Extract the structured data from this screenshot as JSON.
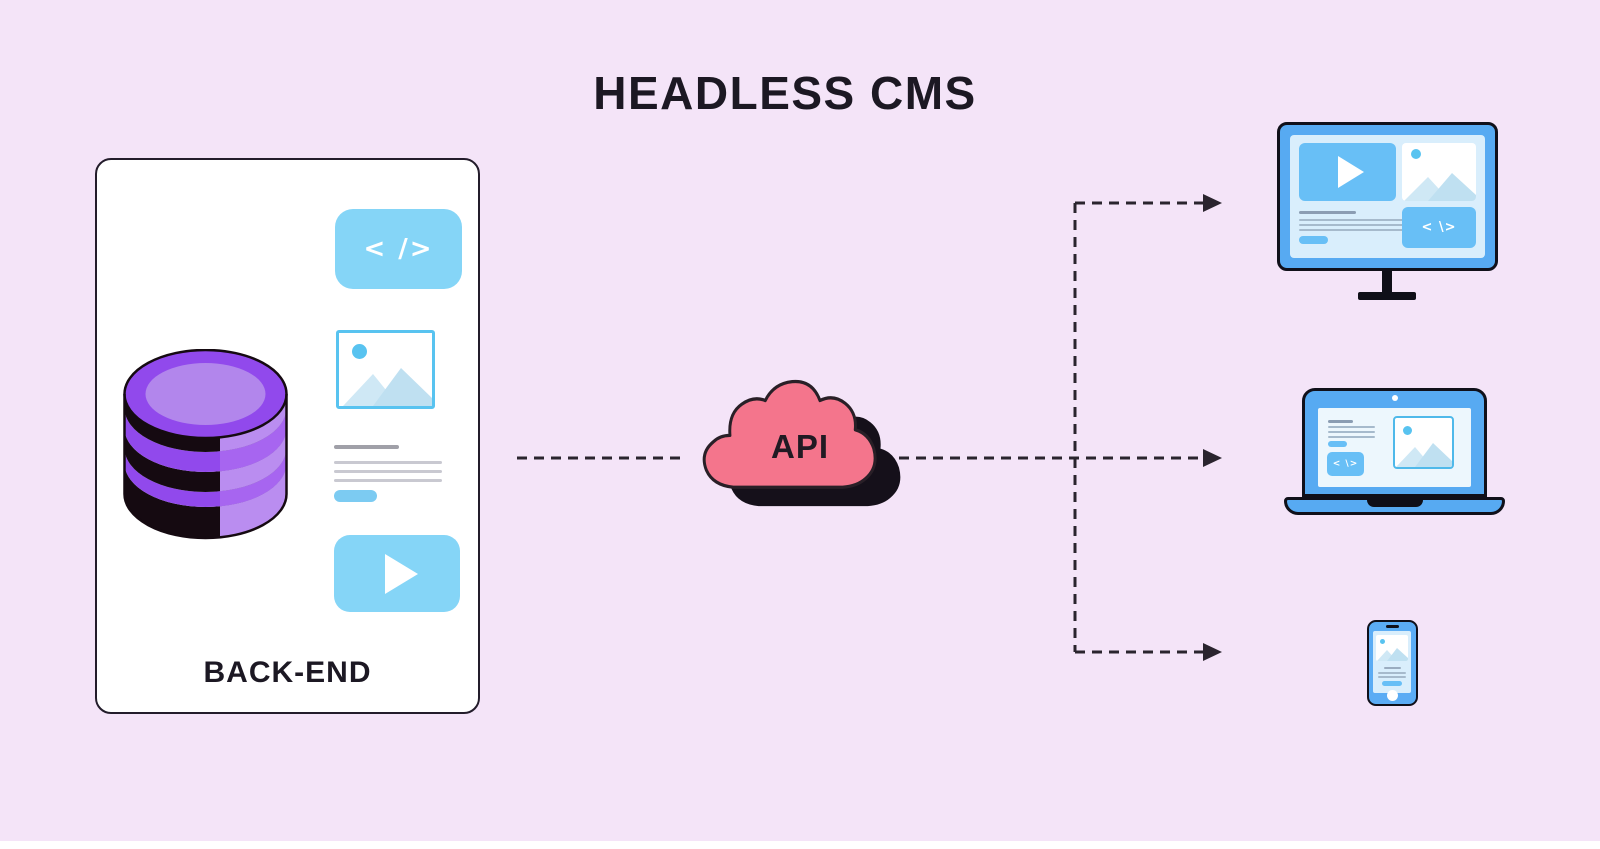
{
  "title": "HEADLESS CMS",
  "backend": {
    "label": "BACK-END",
    "code_glyph": "< />",
    "icons": [
      "database-icon",
      "code-block-icon",
      "image-placeholder-icon",
      "text-lines",
      "button-pill",
      "video-play-icon"
    ]
  },
  "api_cloud": {
    "label": "API",
    "shape": "cloud"
  },
  "devices": {
    "desktop": {
      "name": "desktop-monitor",
      "code_glyph": "< \\>",
      "icons": [
        "video-play-icon",
        "image-placeholder-icon",
        "text-lines",
        "button-pill",
        "code-block-icon"
      ]
    },
    "laptop": {
      "name": "laptop",
      "code_glyph": "< \\>",
      "icons": [
        "text-lines",
        "button-pill",
        "code-block-icon",
        "image-placeholder-icon",
        "camera-dot"
      ]
    },
    "mobile": {
      "name": "smartphone",
      "icons": [
        "image-placeholder-icon",
        "text-lines",
        "button-pill",
        "home-button",
        "speaker"
      ]
    }
  },
  "connections": {
    "style": "dashed-arrow",
    "links": [
      "backend-to-api",
      "api-to-desktop",
      "api-to-laptop",
      "api-to-mobile"
    ]
  },
  "colors": {
    "background": "#f4e4f8",
    "card_white": "#ffffff",
    "sky_blue_block": "#85d5f7",
    "device_frame_blue": "#57aaf2",
    "device_screen_blue": "#d9eefc",
    "inner_block_blue": "#68bff6",
    "cloud_pink": "#f4758c",
    "database_purple": "#9149ec",
    "database_inner_purple": "#b286ec",
    "database_light_side": "#ba8df0",
    "outline_dark": "#1c1823",
    "dash_color": "#2a242e"
  }
}
